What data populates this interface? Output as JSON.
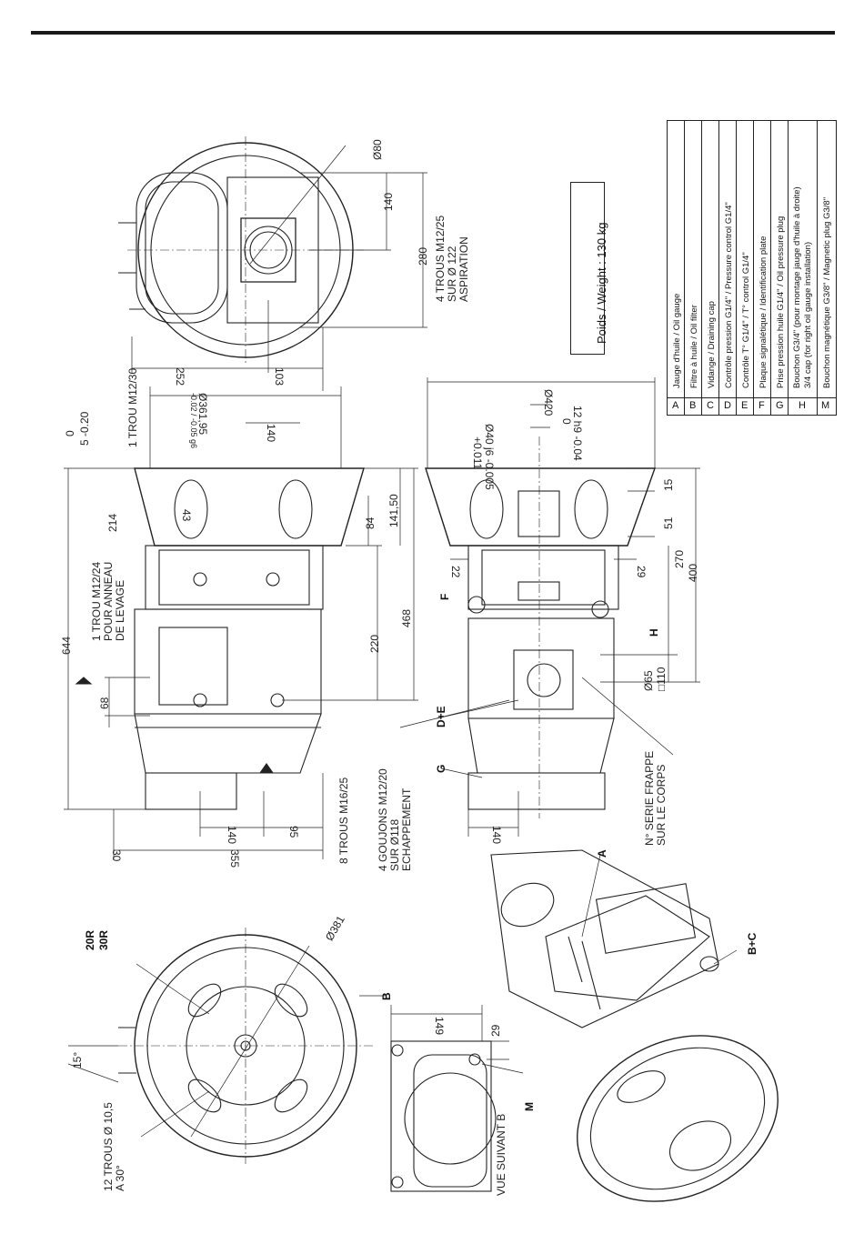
{
  "weight": "Poids / Weight : 130 kg",
  "legend": [
    {
      "key": "A",
      "text": "Jauge d'huile / Oil gauge"
    },
    {
      "key": "B",
      "text": "Filtre à huile / Oil filter"
    },
    {
      "key": "C",
      "text": "Vidange / Draining cap"
    },
    {
      "key": "D",
      "text": "Contrôle pression G1/4\" / Pressure control G1/4\""
    },
    {
      "key": "E",
      "text": "Contrôle T° G1/4\" / T° control G1/4\""
    },
    {
      "key": "F",
      "text": "Plaque signalétique / Identification plate"
    },
    {
      "key": "G",
      "text": "Prise pression huile G1/4\" / Oil pressure plug"
    },
    {
      "key": "H",
      "text": "Bouchon G3/4\" (pour montage jauge d'huile à droite)",
      "text2": "3/4 cap (for right oil gauge installation)"
    },
    {
      "key": "M",
      "text": "Bouchon magnétique G3/8\" / Magnetic plug G3/8\""
    }
  ],
  "dims": {
    "d80": "Ø80",
    "d140_top": "140",
    "d280": "280",
    "d252": "252",
    "d103": "103",
    "asp1": "4 TROUS M12/25",
    "asp2": "SUR Ø 122",
    "asp3": "ASPIRATION",
    "trou1": "1 TROU M12/30",
    "d361": "Ø361,95",
    "d361tol": "-0.02 / -0.05 g6",
    "d140_flange": "140",
    "d0": "0",
    "d5": "5 -0.20",
    "d644": "644",
    "anneau1": "1 TROU M12/24",
    "anneau2": "POUR ANNEAU",
    "anneau3": "DE LEVAGE",
    "d214": "214",
    "d43": "43",
    "d84": "84",
    "d141": "141,50",
    "d68": "68",
    "d220": "220",
    "d468": "468",
    "d140_bot": "140",
    "d95": "95",
    "d30": "30",
    "d355": "355",
    "trous8": "8 TROUS M16/25",
    "goujons1": "4 GOUJONS M12/20",
    "goujons2": "SUR Ø118",
    "goujons3": "ECHAPPEMENT",
    "d420": "Ø420",
    "d12h9": "12 h9 -0.04",
    "d12h9b": "0",
    "d40": "Ø40 j6 -0.005",
    "d40b": "+0.011",
    "d15": "15",
    "d51": "51",
    "d270": "270",
    "d400": "400",
    "d22": "22",
    "d29": "29",
    "d65": "Ø65",
    "d110": "□110",
    "serie1": "N° SERIE FRAPPE",
    "serie2": "SUR LE CORPS",
    "d140_side": "140",
    "r20": "20R",
    "r30": "30R",
    "d381": "Ø381",
    "d15deg": "15°",
    "trous12a": "12 TROUS  Ø 10,5",
    "trous12b": "A 30°",
    "d149": "149",
    "d29b": "29",
    "vue": "VUE SUIVANT B",
    "labelF": "F",
    "labelH": "H",
    "labelDE": "D+E",
    "labelG": "G",
    "labelA": "A",
    "labelBC": "B+C",
    "labelM": "M",
    "labelB": "B"
  }
}
